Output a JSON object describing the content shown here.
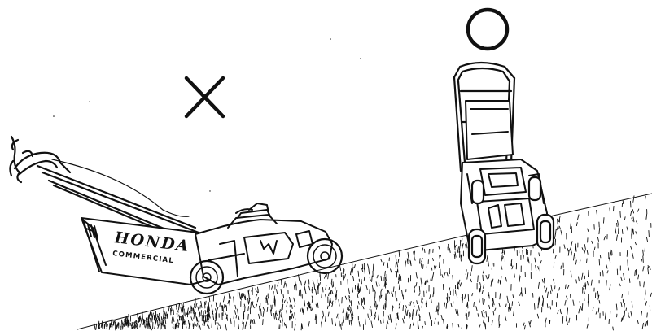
{
  "mower_brand": {
    "name": "HONDA",
    "line": "COMMERCIAL"
  },
  "symbols": {
    "wrong_mark": "cross-mark",
    "correct_mark": "circle-mark"
  },
  "colors": {
    "ink": "#111111",
    "paper": "#ffffff"
  }
}
